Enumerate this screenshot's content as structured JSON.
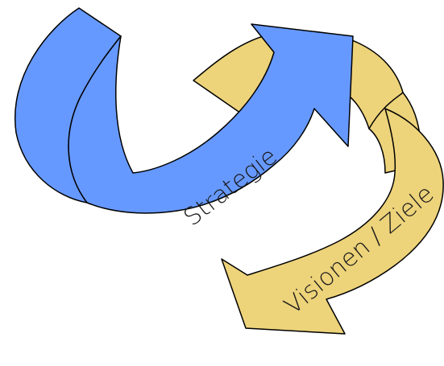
{
  "diagram": {
    "arrows": [
      {
        "id": "strategy",
        "label": "Strategie",
        "color": "#6699ff"
      },
      {
        "id": "vision",
        "label": "Visionen / Ziele",
        "color": "#edd37a"
      }
    ],
    "outline_color": "#000000"
  }
}
